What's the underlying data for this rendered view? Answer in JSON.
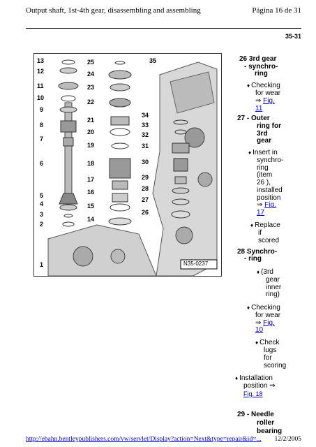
{
  "header": {
    "title": "Output shaft, 1st-4th gear, disassembling and assembling",
    "page": "Página 16 de 31"
  },
  "section_no": "35-31",
  "illustration": {
    "code": "N35-0237",
    "left_labels": [
      "13",
      "12",
      "11",
      "10",
      "9",
      "8",
      "7",
      "6",
      "5",
      "4",
      "3",
      "2",
      "1"
    ],
    "mid_labels": [
      "25",
      "24",
      "23",
      "22",
      "21",
      "20",
      "19",
      "18",
      "17",
      "16",
      "15",
      "14"
    ],
    "right_labels": [
      "35",
      "34",
      "33",
      "32",
      "31",
      "30",
      "29",
      "28",
      "27",
      "26"
    ]
  },
  "side": {
    "item26": [
      "26 3rd gear",
      "- synchro-",
      "ring"
    ],
    "item26_check": [
      "Checking",
      "for wear",
      "⇒ ",
      "Fig.",
      "11"
    ],
    "item27": [
      "27 - Outer",
      "ring for",
      "3rd",
      "gear"
    ],
    "item27_insert": [
      "Insert in",
      "synchro-",
      "ring",
      "(item",
      "26 ),",
      "installed",
      "position",
      "⇒ ",
      "Fig.",
      "17"
    ],
    "item27_replace": [
      "Replace",
      "if",
      "scored"
    ],
    "item28": [
      "28 Synchro-",
      "- ring"
    ],
    "item28_note": [
      "(3rd",
      "gear",
      "inner",
      "ring)"
    ],
    "item28_check": [
      "Checking",
      "for wear",
      "⇒ ",
      "Fig.",
      "10"
    ],
    "item28_lugs": [
      "Check",
      "lugs",
      "for",
      "scoring"
    ],
    "item28_install": [
      "Installation",
      "position ⇒",
      "Fig. 18"
    ],
    "item29": [
      "29 - Needle",
      "roller",
      "bearing"
    ]
  },
  "footer": {
    "url": "http://ebahn.bentleypublishers.com/vw/servlet/Display?action=Next&type=repair&id=...",
    "date": "12/2/2005"
  }
}
